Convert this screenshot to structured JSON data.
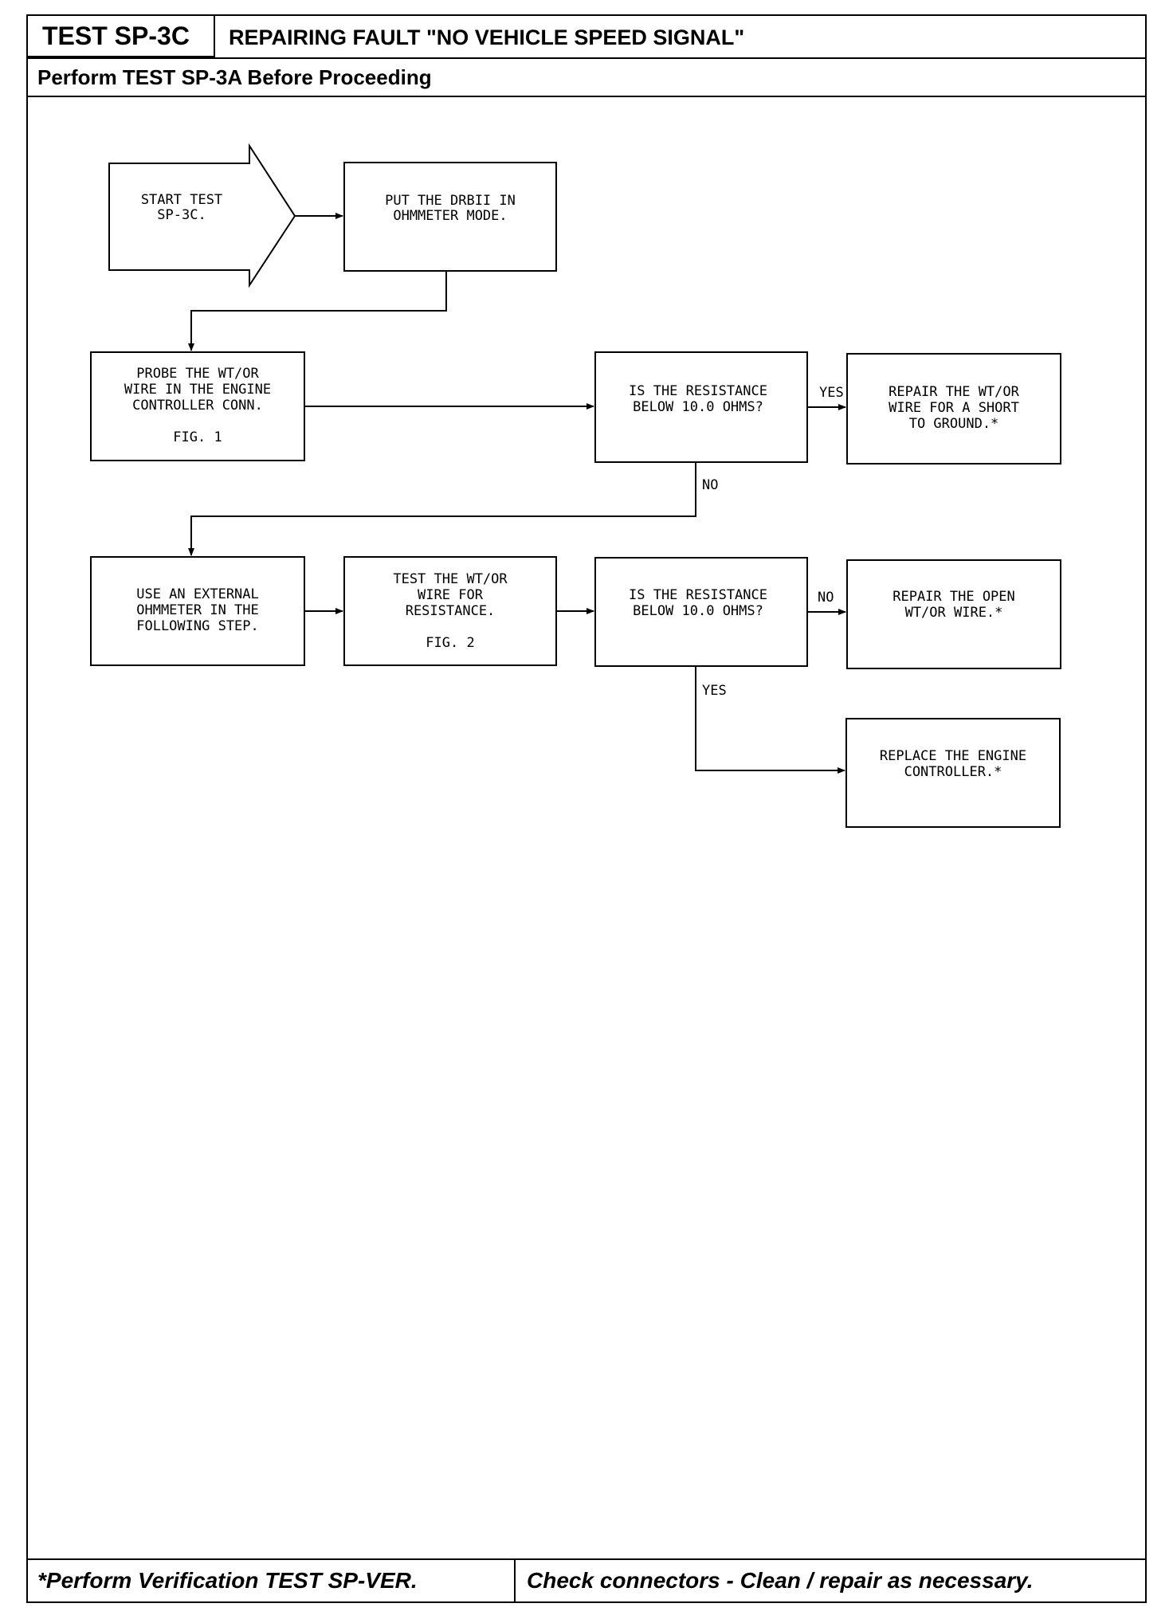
{
  "header": {
    "test_id": "TEST SP-3C",
    "title": "REPAIRING FAULT \"NO VEHICLE SPEED SIGNAL\"",
    "subheader": "Perform TEST SP-3A Before Proceeding"
  },
  "footer": {
    "left": "*Perform Verification TEST SP-VER.",
    "right": "Check connectors - Clean / repair as necessary."
  },
  "flowchart": {
    "start": [
      "START TEST",
      "SP-3C."
    ],
    "put_drbii": [
      "PUT THE DRBII IN",
      "OHMMETER MODE."
    ],
    "probe_wire": [
      "PROBE THE WT/OR",
      "WIRE IN THE ENGINE",
      "CONTROLLER CONN.",
      "",
      "FIG. 1"
    ],
    "q_resistance_1": [
      "IS THE RESISTANCE",
      "BELOW 10.0 OHMS?"
    ],
    "repair_short": [
      "REPAIR THE WT/OR",
      "WIRE FOR A SHORT",
      "TO GROUND.*"
    ],
    "use_external": [
      "USE AN EXTERNAL",
      "OHMMETER IN THE",
      "FOLLOWING STEP."
    ],
    "test_wire": [
      "TEST THE WT/OR",
      "WIRE FOR",
      "RESISTANCE.",
      "",
      "FIG. 2"
    ],
    "q_resistance_2": [
      "IS THE RESISTANCE",
      "BELOW 10.0 OHMS?"
    ],
    "repair_open": [
      "REPAIR THE OPEN",
      "WT/OR WIRE.*"
    ],
    "replace_controller": [
      "REPLACE THE ENGINE",
      "CONTROLLER.*"
    ],
    "labels": {
      "yes_1": "YES",
      "no_1": "NO",
      "no_2": "NO",
      "yes_2": "YES"
    }
  }
}
